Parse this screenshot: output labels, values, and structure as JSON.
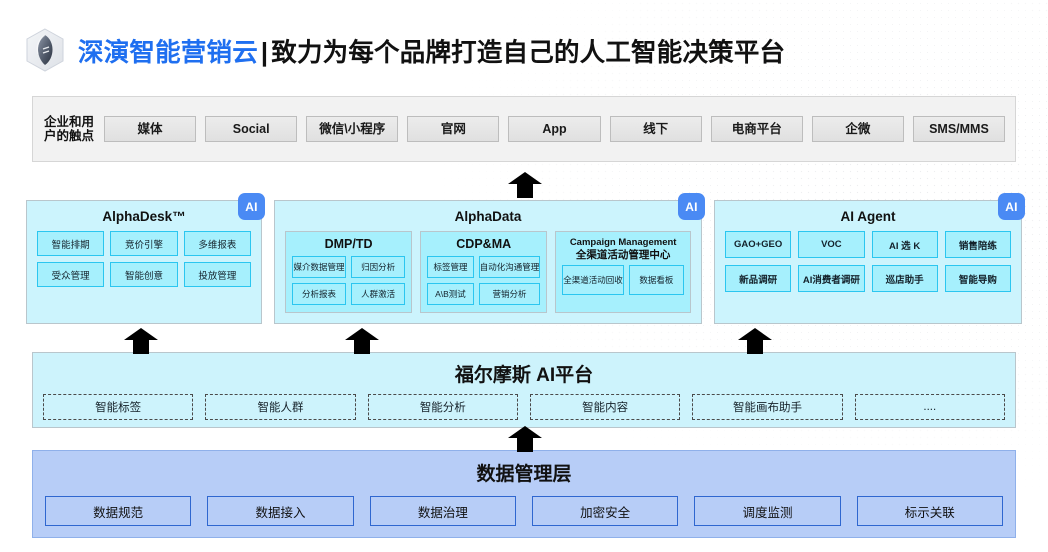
{
  "header": {
    "logo_icon": "cube-leaf-logo",
    "brand": "深演智能营销云",
    "separator": "|",
    "tagline": "致力为每个品牌打造自己的人工智能决策平台"
  },
  "touchpoints": {
    "label": "企业和用户的触点",
    "items": [
      "媒体",
      "Social",
      "微信\\小程序",
      "官网",
      "App",
      "线下",
      "电商平台",
      "企微",
      "SMS/MMS"
    ]
  },
  "panels": {
    "ai_badge": "AI",
    "alphadesk": {
      "title": "AlphaDesk™",
      "tiles": [
        "智能排期",
        "竞价引擎",
        "多维报表",
        "受众管理",
        "智能创意",
        "投放管理"
      ]
    },
    "alphadata": {
      "title": "AlphaData",
      "groups": [
        {
          "title": "DMP/TD",
          "tiles": [
            "媒介数据管理",
            "归因分析",
            "分析报表",
            "人群激活"
          ]
        },
        {
          "title": "CDP&MA",
          "tiles": [
            "标签管理",
            "自动化沟通管理",
            "A\\B测试",
            "营销分析"
          ]
        },
        {
          "title_en": "Campaign Management",
          "title_cn": "全渠道活动管理中心",
          "tiles": [
            "全渠道活动回收",
            "数据看板"
          ]
        }
      ]
    },
    "agent": {
      "title": "AI Agent",
      "tiles": [
        "GAO+GEO",
        "VOC",
        "AI 选 K",
        "销售陪练",
        "新品调研",
        "AI消费者调研",
        "巡店助手",
        "智能导购"
      ]
    }
  },
  "holmes": {
    "title": "福尔摩斯 AI平台",
    "tiles": [
      "智能标签",
      "智能人群",
      "智能分析",
      "智能内容",
      "智能画布助手",
      "...."
    ]
  },
  "datalayer": {
    "title": "数据管理层",
    "tiles": [
      "数据规范",
      "数据接入",
      "数据治理",
      "加密安全",
      "调度监测",
      "标示关联"
    ]
  },
  "colors": {
    "brand_blue": "#1f6ff0",
    "ai_badge_blue": "#4a8af4",
    "panel_cyan": "#ccf4fd",
    "tile_cyan": "#a6f0fd",
    "tile_border_cyan": "#2bc6f0",
    "datalayer_blue": "#b7cdf7",
    "datalayer_border": "#2f67d0",
    "touch_gray": "#f2f2f2"
  }
}
